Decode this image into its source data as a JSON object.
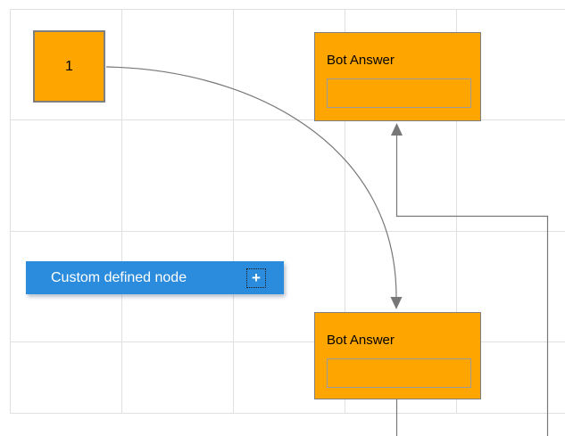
{
  "diagram": {
    "nodes": {
      "start_node": {
        "label": "1"
      },
      "bot_answer_top": {
        "title": "Bot Answer",
        "field_value": ""
      },
      "bot_answer_bottom": {
        "title": "Bot Answer",
        "field_value": ""
      },
      "custom_node": {
        "label": "Custom defined node",
        "add_button": "+"
      }
    },
    "colors": {
      "node_fill": "#FFA500",
      "node_stroke": "#7F7F7F",
      "field_stroke": "#9B9B9B",
      "custom_node_fill": "#2B8CDE",
      "custom_node_text": "#FFFFFF",
      "connector": "#777777",
      "grid_line": "#E0E0E0"
    }
  }
}
